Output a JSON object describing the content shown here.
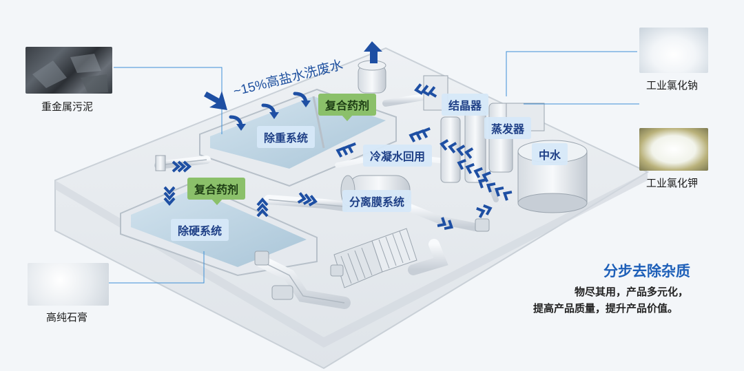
{
  "diagram": {
    "feed_label": "~15%高盐水洗废水",
    "process_units": {
      "heavy_metal_removal": "除重系统",
      "hardness_removal": "除硬系统",
      "membrane_separation": "分离膜系统",
      "condensate_reuse": "冷凝水回用",
      "crystallizer": "结晶器",
      "evaporator": "蒸发器",
      "reclaimed_water": "中水"
    },
    "reagents": {
      "reagent_top": "复合药剂",
      "reagent_left": "复合药剂"
    },
    "products": {
      "heavy_metal_sludge": "重金属污泥",
      "gypsum": "高纯石膏",
      "sodium_chloride": "工业氯化钠",
      "potassium_chloride": "工业氯化钾"
    }
  },
  "slogan": {
    "title": "分步去除杂质",
    "line1": "物尽其用，产品多元化，",
    "line2": "提高产品质量，提升产品价值。"
  },
  "colors": {
    "accent_blue": "#1d5fb8",
    "arrow_blue": "#1e4fa3",
    "reagent_green": "#8bc06a",
    "callout_line": "#3d8fd6"
  }
}
